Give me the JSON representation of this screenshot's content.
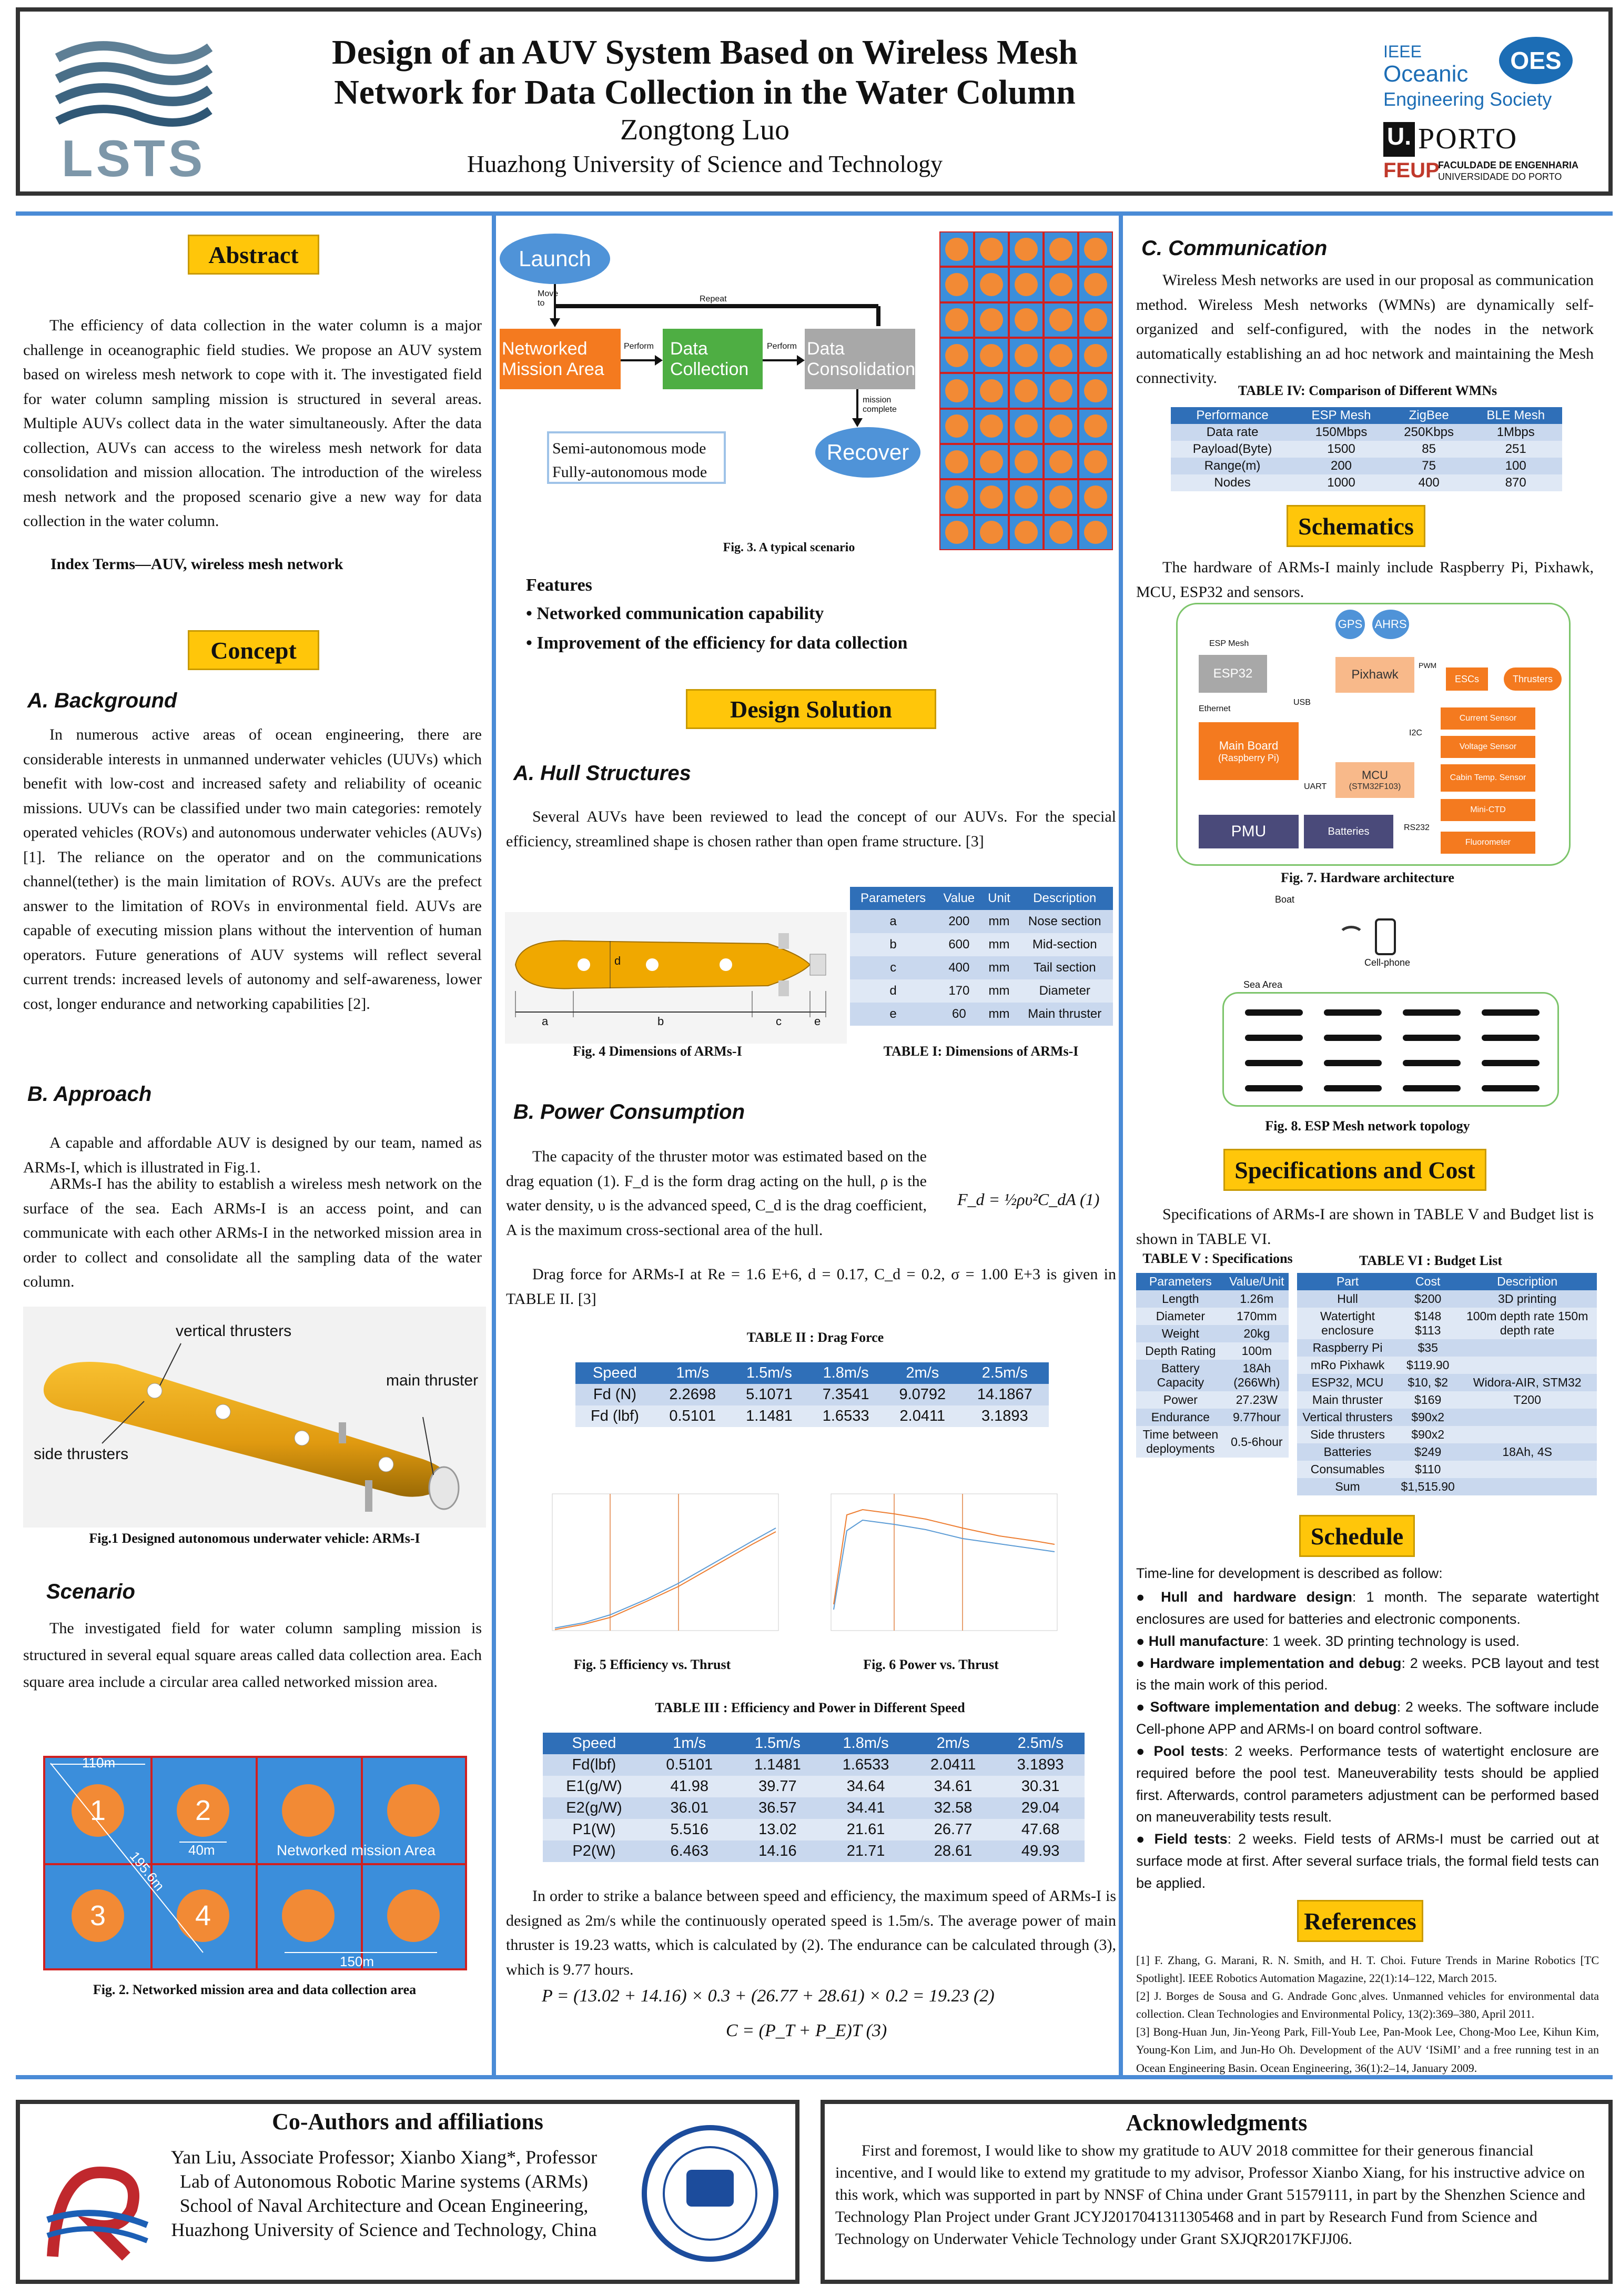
{
  "header": {
    "title_line1": "Design of an AUV System Based on Wireless Mesh",
    "title_line2": "Network for Data Collection in the Water Column",
    "author": "Zongtong Luo",
    "affiliation": "Huazhong University of Science and Technology",
    "lsts_logo": "LSTS",
    "ieee_line1": "IEEE",
    "ieee_line2": "Oceanic",
    "ieee_line3": "Engineering Society",
    "oes_badge": "OES",
    "porto": "PORTO",
    "porto_u": "U.",
    "feup": "FEUP",
    "feup_text1": "FACULDADE DE ENGENHARIA",
    "feup_text2": "UNIVERSIDADE DO PORTO"
  },
  "abstract": {
    "heading": "Abstract",
    "text": "The efficiency of data collection in the water column is a major challenge in oceanographic field studies. We propose an AUV system based on wireless mesh network to cope with it. The investigated field for water column sampling mission is structured in several areas. Multiple AUVs collect data in the water simultaneously. After the data collection, AUVs can access to the wireless mesh network for data consolidation and mission allocation. The introduction of the wireless mesh network and the proposed scenario give a new way for data collection in the water column.",
    "index_terms": "Index Terms—AUV, wireless mesh network"
  },
  "concept": {
    "heading": "Concept",
    "background_title": "A. Background",
    "background_text": "In numerous active areas of ocean engineering, there are considerable interests in unmanned underwater vehicles (UUVs) which benefit with low-cost and increased safety and reliability of oceanic missions. UUVs can be classified under two main categories: remotely operated vehicles (ROVs) and autonomous underwater vehicles (AUVs) [1]. The reliance on the operator and on the communications channel(tether) is the main limitation of ROVs. AUVs are the prefect answer to the limitation of ROVs in environmental field. AUVs are capable of executing mission plans without the intervention of human operators. Future generations of AUV systems will reflect several current trends: increased levels of autonomy and self-awareness, lower cost, longer endurance and networking capabilities [2].",
    "approach_title": "B. Approach",
    "approach_text1": "A capable and affordable AUV is designed by our team, named as ARMs-I, which is illustrated in Fig.1.",
    "approach_text2": "ARMs-I has the ability to establish a wireless mesh network on the surface of the sea. Each ARMs-I is an access point, and can communicate with each other ARMs-I in the networked mission area in order to collect and consolidate all the sampling data of the water column.",
    "fig1_labels": {
      "vertical": "vertical thrusters",
      "main": "main thruster",
      "side": "side thrusters"
    },
    "fig1_caption": "Fig.1 Designed autonomous underwater vehicle: ARMs-I",
    "scenario_title": "Scenario",
    "scenario_text": "The investigated field for water column sampling mission is structured in several equal square areas called data collection area. Each square area include a circular area called networked mission area.",
    "fig2": {
      "w110": "110m",
      "w40": "40m",
      "diag": "195.6m",
      "w150": "150m",
      "nma": "Networked mission Area",
      "n1": "1",
      "n2": "2",
      "n3": "3",
      "n4": "4"
    },
    "fig2_caption": "Fig. 2. Networked mission area and data collection area"
  },
  "fig3": {
    "launch": "Launch",
    "move": "Move to",
    "repeat": "Repeat",
    "net_area1": "Networked",
    "net_area2": "Mission Area",
    "perform1": "Perform",
    "data_coll1": "Data",
    "data_coll2": "Collection",
    "perform2": "Perform",
    "data_cons1": "Data",
    "data_cons2": "Consolidation",
    "mission_complete1": "mission",
    "mission_complete2": "complete",
    "recover": "Recover",
    "semi": "Semi-autonomous mode",
    "fully": "Fully-autonomous mode",
    "caption": "Fig. 3. A typical scenario"
  },
  "features": {
    "title": "Features",
    "item1": "• Networked communication capability",
    "item2": "• Improvement of the efficiency for data collection"
  },
  "design": {
    "heading": "Design Solution",
    "hull_title": "A. Hull Structures",
    "hull_text": "Several AUVs have been reviewed to lead the concept of our AUVs. For the special efficiency, streamlined shape is chosen rather than open frame structure. [3]",
    "fig4_caption": "Fig. 4 Dimensions of ARMs-I",
    "fig4_labels": {
      "a": "a",
      "b": "b",
      "c": "c",
      "d": "d",
      "e": "e"
    },
    "table1_caption": "TABLE I: Dimensions of ARMs-I",
    "table1_head": [
      "Parameters",
      "Value",
      "Unit",
      "Description"
    ],
    "table1_rows": [
      [
        "a",
        "200",
        "mm",
        "Nose section"
      ],
      [
        "b",
        "600",
        "mm",
        "Mid-section"
      ],
      [
        "c",
        "400",
        "mm",
        "Tail section"
      ],
      [
        "d",
        "170",
        "mm",
        "Diameter"
      ],
      [
        "e",
        "60",
        "mm",
        "Main thruster"
      ]
    ],
    "power_title": "B. Power Consumption",
    "power_text": "The capacity of the thruster motor was estimated based on the drag equation (1). F_d is the form drag acting on the hull, ρ is the water density, υ is the advanced speed, C_d is the drag coefficient, A is the maximum cross-sectional area of the hull.",
    "eq1": "F_d = ½ρυ²C_dA  (1)",
    "drag_text": "Drag force for ARMs-I at Re = 1.6 E+6, d = 0.17, C_d = 0.2, σ = 1.00 E+3 is given in TABLE II. [3]",
    "table2_caption": "TABLE II : Drag Force",
    "table2_head": [
      "Speed",
      "1m/s",
      "1.5m/s",
      "1.8m/s",
      "2m/s",
      "2.5m/s"
    ],
    "table2_rows": [
      [
        "Fd (N)",
        "2.2698",
        "5.1071",
        "7.3541",
        "9.0792",
        "14.1867"
      ],
      [
        "Fd (lbf)",
        "0.5101",
        "1.1481",
        "1.6533",
        "2.0411",
        "3.1893"
      ]
    ],
    "fig5_caption": "Fig. 5 Efficiency vs. Thrust",
    "fig6_caption": "Fig. 6  Power vs. Thrust",
    "table3_caption": "TABLE III : Efficiency and Power in Different Speed",
    "table3_head": [
      "Speed",
      "1m/s",
      "1.5m/s",
      "1.8m/s",
      "2m/s",
      "2.5m/s"
    ],
    "table3_rows": [
      [
        "Fd(lbf)",
        "0.5101",
        "1.1481",
        "1.6533",
        "2.0411",
        "3.1893"
      ],
      [
        "E1(g/W)",
        "41.98",
        "39.77",
        "34.64",
        "34.61",
        "30.31"
      ],
      [
        "E2(g/W)",
        "36.01",
        "36.57",
        "34.41",
        "32.58",
        "29.04"
      ],
      [
        "P1(W)",
        "5.516",
        "13.02",
        "21.61",
        "26.77",
        "47.68"
      ],
      [
        "P2(W)",
        "6.463",
        "14.16",
        "21.71",
        "28.61",
        "49.93"
      ]
    ],
    "balance_text": "In order to strike a balance between speed and efficiency, the maximum speed of ARMs-I is designed as 2m/s while the continuously operated speed is 1.5m/s. The average power of main thruster is 19.23 watts, which is calculated by (2). The endurance can be calculated through (3), which is 9.77 hours.",
    "eq2": "P = (13.02 + 14.16) × 0.3 + (26.77 + 28.61) × 0.2 = 19.23  (2)",
    "eq3": "C = (P_T + P_E)T  (3)"
  },
  "comm": {
    "title": "C. Communication",
    "text": "Wireless Mesh networks are used in our proposal as communication method. Wireless Mesh networks (WMNs) are dynamically self-organized and self-configured, with the nodes in the network automatically establishing an ad hoc network and maintaining the Mesh connectivity.",
    "table4_caption": "TABLE IV: Comparison of Different WMNs",
    "table4_head": [
      "Performance",
      "ESP Mesh",
      "ZigBee",
      "BLE Mesh"
    ],
    "table4_rows": [
      [
        "Data rate",
        "150Mbps",
        "250Kbps",
        "1Mbps"
      ],
      [
        "Payload(Byte)",
        "1500",
        "85",
        "251"
      ],
      [
        "Range(m)",
        "200",
        "75",
        "100"
      ],
      [
        "Nodes",
        "1000",
        "400",
        "870"
      ]
    ]
  },
  "schematics": {
    "heading": "Schematics",
    "text": "The hardware of ARMs-I mainly include Raspberry Pi, Pixhawk, MCU, ESP32 and sensors.",
    "fig7_caption": "Fig. 7. Hardware architecture",
    "gps": "GPS",
    "ahrs": "AHRS",
    "esp_mesh": "ESP Mesh",
    "esp32": "ESP32",
    "pixhawk": "Pixhawk",
    "pwm": "PWM",
    "escs": "ESCs",
    "thrusters": "Thrusters",
    "ethernet": "Ethernet",
    "usb": "USB",
    "i2c": "I2C",
    "current": "Current Sensor",
    "voltage": "Voltage Sensor",
    "cabin": "Cabin Temp. Sensor",
    "mainboard1": "Main Board",
    "mainboard2": "(Raspberry Pi)",
    "mcu1": "MCU",
    "mcu2": "(STM32F103)",
    "uart": "UART",
    "ctd": "Mini-CTD",
    "rs232": "RS232",
    "pmu": "PMU",
    "batteries": "Batteries",
    "fluoro": "Fluorometer",
    "boat": "Boat",
    "cellphone": "Cell-phone",
    "sea": "Sea Area",
    "fig8_caption": "Fig. 8. ESP Mesh network  topology"
  },
  "specs": {
    "heading": "Specifications and Cost",
    "text": "Specifications of ARMs-I are shown in TABLE V and Budget list is shown in TABLE VI.",
    "table5_caption": "TABLE V : Specifications",
    "table5_head": [
      "Parameters",
      "Value/Unit"
    ],
    "table5_rows": [
      [
        "Length",
        "1.26m"
      ],
      [
        "Diameter",
        "170mm"
      ],
      [
        "Weight",
        "20kg"
      ],
      [
        "Depth Rating",
        "100m"
      ],
      [
        "Battery Capacity",
        "18Ah (266Wh)"
      ],
      [
        "Power",
        "27.23W"
      ],
      [
        "Endurance",
        "9.77hour"
      ],
      [
        "Time between deployments",
        "0.5-6hour"
      ]
    ],
    "table6_caption": "TABLE VI : Budget List",
    "table6_head": [
      "Part",
      "Cost",
      "Description"
    ],
    "table6_rows": [
      [
        "Hull",
        "$200",
        "3D printing"
      ],
      [
        "Watertight enclosure",
        "$148 $113",
        "100m depth rate 150m depth rate"
      ],
      [
        "Raspberry Pi",
        "$35",
        ""
      ],
      [
        "mRo Pixhawk",
        "$119.90",
        ""
      ],
      [
        "ESP32, MCU",
        "$10, $2",
        "Widora-AIR, STM32"
      ],
      [
        "Main thruster",
        "$169",
        "T200"
      ],
      [
        "Vertical thrusters",
        "$90x2",
        ""
      ],
      [
        "Side thrusters",
        "$90x2",
        ""
      ],
      [
        "Batteries",
        "$249",
        "18Ah, 4S"
      ],
      [
        "Consumables",
        "$110",
        ""
      ],
      [
        "Sum",
        "$1,515.90",
        ""
      ]
    ]
  },
  "schedule": {
    "heading": "Schedule",
    "intro": "Time-line for development is described as follow:",
    "items": [
      {
        "b": "Hull and hardware design",
        "t": ": 1 month. The separate watertight enclosures are used for batteries and electronic components."
      },
      {
        "b": "Hull manufacture",
        "t": ": 1 week.  3D printing technology is used."
      },
      {
        "b": "Hardware implementation and debug",
        "t": ": 2 weeks. PCB layout and test is the main work of this period."
      },
      {
        "b": "Software implementation and debug",
        "t": ": 2 weeks. The software include Cell-phone APP and ARMs-I on board control software."
      },
      {
        "b": "Pool tests",
        "t": ": 2 weeks. Performance tests of watertight enclosure are required before the pool test. Maneuverability tests should be applied first. Afterwards, control parameters adjustment can be performed based on maneuverability tests result."
      },
      {
        "b": "Field tests",
        "t": ": 2 weeks. Field tests of ARMs-I must be carried out at surface mode at first. After several surface trials, the formal field tests can be applied."
      }
    ]
  },
  "references": {
    "heading": "References",
    "items": [
      "[1] F. Zhang, G. Marani, R. N. Smith, and H. T. Choi. Future Trends in Marine Robotics [TC Spotlight]. IEEE Robotics Automation Magazine, 22(1):14–122, March 2015.",
      "[2] J. Borges de Sousa and G. Andrade Gonc ̧alves. Unmanned vehicles for environmental data collection. Clean Technologies and Environmental Policy, 13(2):369–380, April 2011.",
      "[3] Bong-Huan Jun, Jin-Yeong Park, Fill-Youb Lee, Pan-Mook Lee, Chong-Moo Lee, Kihun Kim, Young-Kon Lim, and Jun-Ho Oh. Development of the AUV ‘ISiMI’ and a free running test in an Ocean Engineering Basin. Ocean Engineering, 36(1):2–14, January 2009."
    ]
  },
  "coauthors": {
    "heading": "Co-Authors and affiliations",
    "l1": "Yan Liu, Associate Professor; Xianbo Xiang*, Professor",
    "l2": "Lab of Autonomous Robotic Marine systems (ARMs)",
    "l3": "School of Naval Architecture and Ocean Engineering,",
    "l4": "Huazhong University of Science and Technology, China"
  },
  "ack": {
    "heading": "Acknowledgments",
    "text": "First and foremost, I would like to show my gratitude to AUV 2018 committee for their generous financial incentive, and I would like to extend my gratitude to my advisor, Professor Xianbo Xiang, for his instructive advice on this work, which was supported in part by NNSF of China under Grant 51579111, in part by the Shenzhen Science and Technology Plan Project under Grant JCYJ20170413113054​68 and in part by Research Fund from Science and Technology on Underwater Vehicle Technology under Grant SXJQR2017KFJJ06."
  },
  "colors": {
    "accent": "#ffc60a",
    "blue": "#3b8edb",
    "orange": "#f28a35",
    "table_blue": "#2f6fb8"
  }
}
